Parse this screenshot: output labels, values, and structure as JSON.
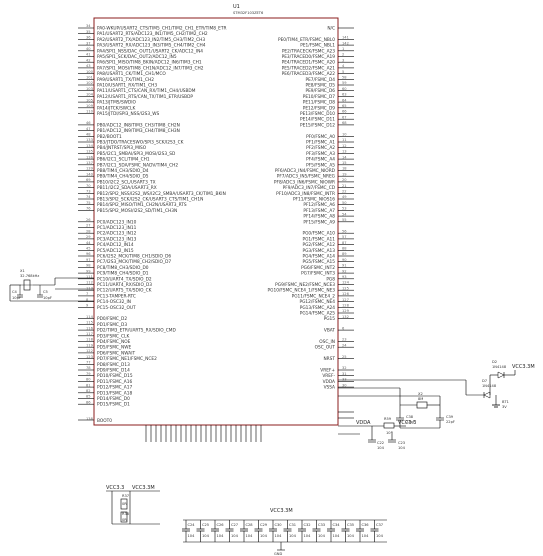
{
  "chip": {
    "ref": "U1",
    "part": "STM32F103ZET6",
    "nc_right": "N/C",
    "boot0": "BOOT0",
    "left_pins": [
      {
        "n": "34",
        "s": "PA0-WKUP/USART2_CTS/TIM5_CH1/TIM2_CH1_ETR/TIM8_ETR"
      },
      {
        "n": "35",
        "s": "PA1/USART2_RTS/ADC123_IN1/TIM5_CH2/TIM2_CH2"
      },
      {
        "n": "36",
        "s": "PA2/USART2_TX/ADC123_IN2/TIM5_CH3/TIM2_CH3"
      },
      {
        "n": "37",
        "s": "PA3/USART2_RX/ADC123_IN3/TIM5_CH4/TIM2_CH4"
      },
      {
        "n": "40",
        "s": "PA4/SPI1_NSS/DAC_OUT1/USART2_CK/ADC12_IN4"
      },
      {
        "n": "41",
        "s": "PA5/SPI1_SCK/DAC_OUT2/ADC12_IN5"
      },
      {
        "n": "42",
        "s": "PA6/SPI1_MISO/TIM8_BKIN/ADC12_IN6/TIM3_CH1"
      },
      {
        "n": "43",
        "s": "PA7/SPI1_MOSI/TIM8_CH1N/ADC12_IN7/TIM3_CH2"
      },
      {
        "n": "100",
        "s": "PA8/USART1_CK/TIM1_CH1/MCO"
      },
      {
        "n": "101",
        "s": "PA9/USART1_TX/TIM1_CH2"
      },
      {
        "n": "102",
        "s": "PA10/USART1_RX/TIM1_CH3"
      },
      {
        "n": "103",
        "s": "PA11/USART1_CTS/CAN_RX/TIM1_CH4/USBDM"
      },
      {
        "n": "104",
        "s": "PA12/USART1_RTS/CAN_TX/TIM1_ETR/USBDP"
      },
      {
        "n": "105",
        "s": "PA13/JTMS/SWDIO"
      },
      {
        "n": "109",
        "s": "PA14/JTCK/SWCLK"
      },
      {
        "n": "110",
        "s": "PA15/JTDI/SPI3_NSS/I2S3_WS"
      },
      {
        "n": "",
        "s": ""
      },
      {
        "n": "46",
        "s": "PB0/ADC12_IN8/TIM3_CH3/TIM8_CH2N"
      },
      {
        "n": "47",
        "s": "PB1/ADC12_IN9/TIM3_CH4/TIM8_CH3N"
      },
      {
        "n": "48",
        "s": "PB2/BOOT1"
      },
      {
        "n": "133",
        "s": "PB3/JTDO/TRACESWO/SPI3_SCK/I2S3_CK"
      },
      {
        "n": "134",
        "s": "PB4/JNTRST/SPI3_MISO"
      },
      {
        "n": "135",
        "s": "PB5/I2C1_SMBAI/SPI3_MOSI/I2S3_SD"
      },
      {
        "n": "136",
        "s": "PB6/I2C1_SCL/TIM4_CH1"
      },
      {
        "n": "137",
        "s": "PB7/I2C1_SDA/FSMC_NADV/TIM4_CH2"
      },
      {
        "n": "139",
        "s": "PB8/TIM4_CH3/SDIO_D4"
      },
      {
        "n": "140",
        "s": "PB9/TIM4_CH4/SDIO_D5"
      },
      {
        "n": "69",
        "s": "PB10/I2C2_SCL/USART3_TX"
      },
      {
        "n": "70",
        "s": "PB11/I2C2_SDA/USART3_RX"
      },
      {
        "n": "73",
        "s": "PB12/SPI2_NSS/I2S2_WS/I2C2_SMBA/USART3_CK/TIM1_BKIN"
      },
      {
        "n": "74",
        "s": "PB13/SPI2_SCK/I2S2_CK/USART3_CTS/TIM1_CH1N"
      },
      {
        "n": "75",
        "s": "PB14/SPI2_MISO/TIM1_CH2N/USART3_RTS"
      },
      {
        "n": "76",
        "s": "PB15/SPI2_MOSI/I2S2_SD/TIM1_CH3N"
      },
      {
        "n": "",
        "s": ""
      },
      {
        "n": "26",
        "s": "PC0/ADC123_IN10"
      },
      {
        "n": "27",
        "s": "PC1/ADC123_IN11"
      },
      {
        "n": "28",
        "s": "PC2/ADC123_IN12"
      },
      {
        "n": "29",
        "s": "PC3/ADC123_IN13"
      },
      {
        "n": "44",
        "s": "PC4/ADC12_IN14"
      },
      {
        "n": "45",
        "s": "PC5/ADC12_IN15"
      },
      {
        "n": "96",
        "s": "PC6/I2S2_MCK/TIM8_CH1/SDIO_D6"
      },
      {
        "n": "97",
        "s": "PC7/I2S3_MCK/TIM8_CH2/SDIO_D7"
      },
      {
        "n": "98",
        "s": "PC8/TIM8_CH3/SDIO_D0"
      },
      {
        "n": "99",
        "s": "PC9/TIM8_CH4/SDIO_D1"
      },
      {
        "n": "111",
        "s": "PC10/UART4_TX/SDIO_D2"
      },
      {
        "n": "112",
        "s": "PC11/UART4_RX/SDIO_D3"
      },
      {
        "n": "113",
        "s": "PC12/UART5_TX/SDIO_CK"
      },
      {
        "n": "7",
        "s": "PC13-TAMPER-RTC"
      },
      {
        "n": "8",
        "s": "PC14-OSC32_IN"
      },
      {
        "n": "9",
        "s": "PC15-OSC32_OUT"
      },
      {
        "n": "",
        "s": ""
      },
      {
        "n": "114",
        "s": "PD0/FSMC_D2"
      },
      {
        "n": "115",
        "s": "PD1/FSMC_D3"
      },
      {
        "n": "116",
        "s": "PD2/TIM3_ETR/UART5_RX/SDIO_CMD"
      },
      {
        "n": "117",
        "s": "PD3/FSMC_CLK"
      },
      {
        "n": "118",
        "s": "PD4/FSMC_NOE"
      },
      {
        "n": "119",
        "s": "PD5/FSMC_NWE"
      },
      {
        "n": "122",
        "s": "PD6/FSMC_NWAIT"
      },
      {
        "n": "123",
        "s": "PD7/FSMC_NE1/FSMC_NCE2"
      },
      {
        "n": "77",
        "s": "PD8/FSMC_D13"
      },
      {
        "n": "78",
        "s": "PD9/FSMC_D14"
      },
      {
        "n": "79",
        "s": "PD10/FSMC_D15"
      },
      {
        "n": "80",
        "s": "PD11/FSMC_A16"
      },
      {
        "n": "81",
        "s": "PD12/FSMC_A17"
      },
      {
        "n": "82",
        "s": "PD13/FSMC_A18"
      },
      {
        "n": "85",
        "s": "PD14/FSMC_D0"
      },
      {
        "n": "86",
        "s": "PD15/FSMC_D1"
      }
    ],
    "right_pins": [
      {
        "n": "",
        "s": "N/C"
      },
      {
        "n": "",
        "s": ""
      },
      {
        "n": "141",
        "s": "PE0/TIM4_ETR/FSMC_NBL0"
      },
      {
        "n": "142",
        "s": "PE1/FSMC_NBL1"
      },
      {
        "n": "1",
        "s": "PE2/TRACECK/FSMC_A23"
      },
      {
        "n": "2",
        "s": "PE3/TRACED0/FSMC_A19"
      },
      {
        "n": "3",
        "s": "PE4/TRACED1/FSMC_A20"
      },
      {
        "n": "4",
        "s": "PE5/TRACED2/FSMC_A21"
      },
      {
        "n": "5",
        "s": "PE6/TRACED3/FSMC_A22"
      },
      {
        "n": "58",
        "s": "PE7/FSMC_D4"
      },
      {
        "n": "59",
        "s": "PE8/FSMC_D5"
      },
      {
        "n": "60",
        "s": "PE9/FSMC_D6"
      },
      {
        "n": "63",
        "s": "PE10/FSMC_D7"
      },
      {
        "n": "64",
        "s": "PE11/FSMC_D8"
      },
      {
        "n": "65",
        "s": "PE12/FSMC_D9"
      },
      {
        "n": "66",
        "s": "PE13/FSMC_D10"
      },
      {
        "n": "67",
        "s": "PE14/FSMC_D11"
      },
      {
        "n": "68",
        "s": "PE15/FSMC_D12"
      },
      {
        "n": "",
        "s": ""
      },
      {
        "n": "10",
        "s": "PF0/FSMC_A0"
      },
      {
        "n": "11",
        "s": "PF1/FSMC_A1"
      },
      {
        "n": "12",
        "s": "PF2/FSMC_A2"
      },
      {
        "n": "13",
        "s": "PF3/FSMC_A3"
      },
      {
        "n": "14",
        "s": "PF4/FSMC_A4"
      },
      {
        "n": "15",
        "s": "PF5/FSMC_A5"
      },
      {
        "n": "18",
        "s": "PF6/ADC3_IN4/FSMC_NIORD"
      },
      {
        "n": "19",
        "s": "PF7/ADC3_IN5/FSMC_NREG"
      },
      {
        "n": "20",
        "s": "PF8/ADC3_IN6/FSMC_NIOWR"
      },
      {
        "n": "21",
        "s": "PF9/ADC3_IN7/FSMC_CD"
      },
      {
        "n": "22",
        "s": "PF10/ADC3_IN8/FSMC_INTR"
      },
      {
        "n": "49",
        "s": "PF11/FSMC_NIOS16"
      },
      {
        "n": "50",
        "s": "PF12/FSMC_A6"
      },
      {
        "n": "53",
        "s": "PF13/FSMC_A7"
      },
      {
        "n": "54",
        "s": "PF14/FSMC_A8"
      },
      {
        "n": "55",
        "s": "PF15/FSMC_A9"
      },
      {
        "n": "",
        "s": ""
      },
      {
        "n": "56",
        "s": "PG0/FSMC_A10"
      },
      {
        "n": "57",
        "s": "PG1/FSMC_A11"
      },
      {
        "n": "87",
        "s": "PG2/FSMC_A12"
      },
      {
        "n": "88",
        "s": "PG3/FSMC_A13"
      },
      {
        "n": "89",
        "s": "PG4/FSMC_A14"
      },
      {
        "n": "90",
        "s": "PG5/FSMC_A15"
      },
      {
        "n": "91",
        "s": "PG6/FSMC_INT2"
      },
      {
        "n": "92",
        "s": "PG7/FSMC_INT3"
      },
      {
        "n": "93",
        "s": "PG8"
      },
      {
        "n": "124",
        "s": "PG9/FSMC_NE2/FSMC_NCE3"
      },
      {
        "n": "125",
        "s": "PG10/FSMC_NCE4_1/FSMC_NE3"
      },
      {
        "n": "126",
        "s": "PG11/FSMC_NCE4_2"
      },
      {
        "n": "127",
        "s": "PG12/FSMC_NE4"
      },
      {
        "n": "128",
        "s": "PG13/FSMC_A24"
      },
      {
        "n": "129",
        "s": "PG14/FSMC_A25"
      },
      {
        "n": "132",
        "s": "PG15"
      },
      {
        "n": "",
        "s": ""
      },
      {
        "n": "6",
        "s": "VBAT"
      },
      {
        "n": "",
        "s": ""
      },
      {
        "n": "23",
        "s": "OSC_IN"
      },
      {
        "n": "24",
        "s": "OSC_OUT"
      },
      {
        "n": "",
        "s": ""
      },
      {
        "n": "25",
        "s": "NRST"
      },
      {
        "n": "",
        "s": ""
      },
      {
        "n": "32",
        "s": "VREF+"
      },
      {
        "n": "31",
        "s": "VREF-"
      },
      {
        "n": "33",
        "s": "VDDA"
      },
      {
        "n": "30",
        "s": "VSSA"
      }
    ]
  },
  "parts": {
    "x1_ref": "X1",
    "x1_val": "32.768kHz",
    "c1": "C4",
    "c2": "C5",
    "c_small": "10pF",
    "d1_ref": "D2",
    "d1_val": "1N4148",
    "d2_ref": "D7",
    "d2_val": "1N4148",
    "bat_ref": "BT1",
    "bat_val": "3V",
    "vcc_d": "VCC3.3M",
    "x2_ref": "X2",
    "x2_val": "8M",
    "c3": "C38",
    "c4": "C39",
    "c_22": "22pF",
    "r_ref": "R59",
    "r_val": "10R",
    "c5": "C22",
    "c6": "C23",
    "c_104": "104",
    "vcc_r": "VCC3.3",
    "vdda_label": "VDDA",
    "vcc_bl1": "VCC3.3",
    "vcc_bl2": "VCC3.3M",
    "rb1_ref": "R37",
    "rb1_val": "0R",
    "rb2_ref": "R38",
    "rb2_val": "0R",
    "vcc_bot": "VCC3.3M",
    "gnd": "GND",
    "bot_caps": [
      "C24",
      "C25",
      "C26",
      "C27",
      "C28",
      "C29",
      "C30",
      "C31",
      "C32",
      "C33",
      "C34",
      "C35",
      "C36",
      "C37"
    ],
    "bot_cap_val": "104"
  }
}
